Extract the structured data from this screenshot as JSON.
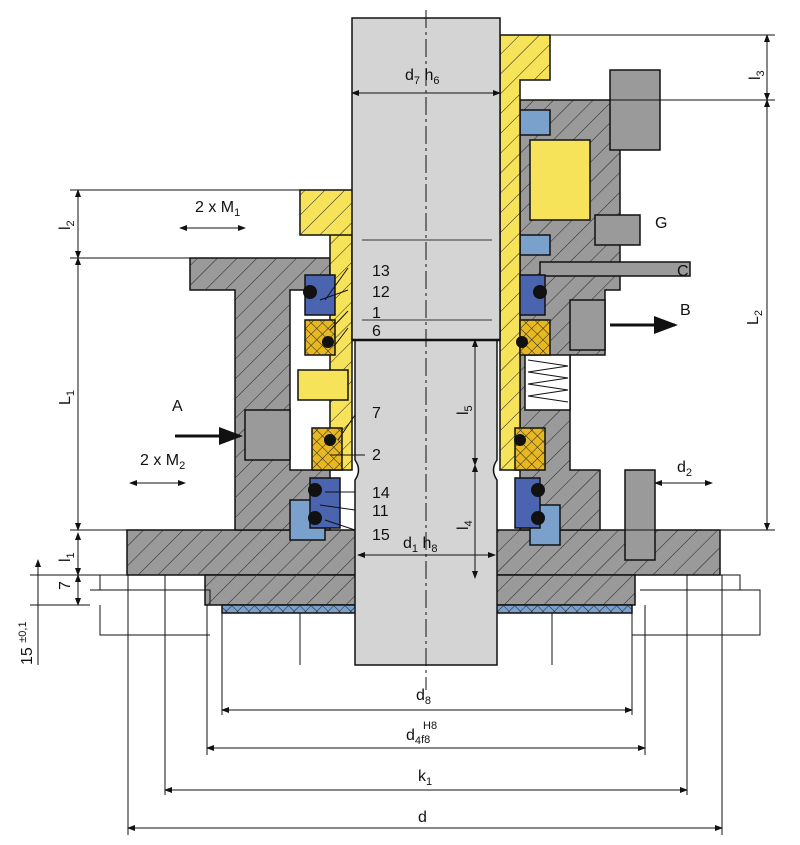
{
  "title": "Mechanical seal assembly sectional drawing",
  "colors": {
    "housing": "#9a9a9a",
    "shaft": "#d4d4d4",
    "sleeve": "#f7e35a",
    "seal_ring": "#e8b820",
    "elastomer": "#4a64b0",
    "gland": "#7aa0cc",
    "line": "#111111"
  },
  "dimensions": {
    "d7h6": [
      "d",
      "7",
      " h",
      "6"
    ],
    "l3": [
      "l",
      "3"
    ],
    "l2": [
      "l",
      "2"
    ],
    "L1": [
      "L",
      "1"
    ],
    "L2": [
      "L",
      "2"
    ],
    "l1": [
      "l",
      "1"
    ],
    "seven": "7",
    "fifteen": [
      "15 ",
      "±0,1"
    ],
    "l5": [
      "l",
      "5"
    ],
    "l4": [
      "l",
      "4"
    ],
    "d1h8": [
      "d",
      "1",
      " h",
      "8"
    ],
    "d2": [
      "d",
      "2"
    ],
    "M1": [
      "2 x M",
      "1"
    ],
    "M2": [
      "2 x M",
      "2"
    ],
    "d8": [
      "d",
      "8"
    ],
    "d4": [
      "d",
      "4",
      "H8",
      "f8"
    ],
    "k1": [
      "k",
      "1"
    ],
    "d": "d"
  },
  "connections": {
    "A": "A",
    "B": "B",
    "C": "C",
    "G": "G"
  },
  "parts": [
    "13",
    "12",
    "1",
    "6",
    "7",
    "2",
    "14",
    "11",
    "15"
  ]
}
